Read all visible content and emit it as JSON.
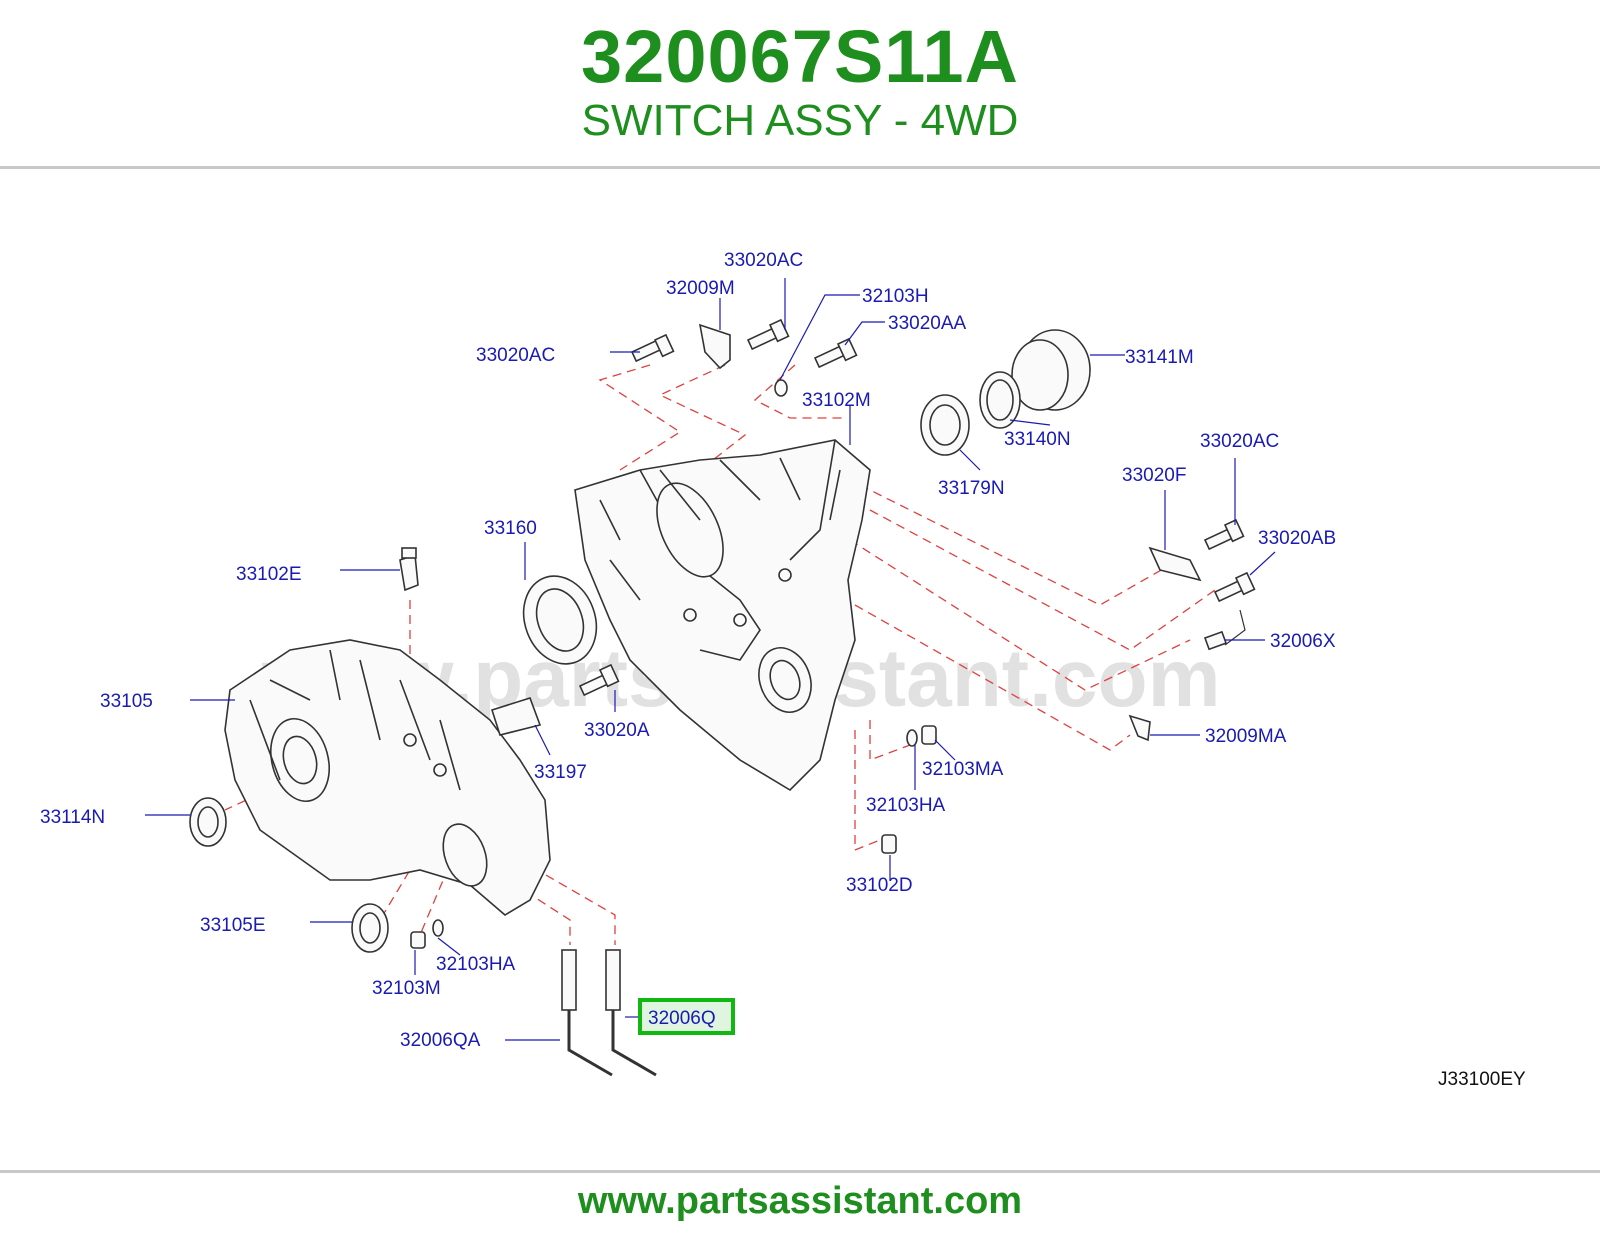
{
  "header": {
    "part_number": "320067S11A",
    "part_name": "SWITCH ASSY - 4WD"
  },
  "diagram": {
    "watermark": "www.partsassistant.com",
    "reference_code": "J33100EY",
    "highlighted_label": "32006Q",
    "highlight_color": "#11b811",
    "labels": {
      "l33020ac_top": "33020AC",
      "l32009m": "32009M",
      "l32103h": "32103H",
      "l33020aa": "33020AA",
      "l33020ac_left": "33020AC",
      "l33141m": "33141M",
      "l33102m": "33102M",
      "l33140n": "33140N",
      "l33179n": "33179N",
      "l33020ac_right": "33020AC",
      "l33020f": "33020F",
      "l33020ab": "33020AB",
      "l33160": "33160",
      "l33102e": "33102E",
      "l32006x": "32006X",
      "l33105": "33105",
      "l33020a": "33020A",
      "l32009ma": "32009MA",
      "l33197": "33197",
      "l32103ma": "32103MA",
      "l33114n": "33114N",
      "l32103ha_right": "32103HA",
      "l33102d": "33102D",
      "l33105e": "33105E",
      "l32103ha_left": "32103HA",
      "l32103m": "32103M",
      "l32006q": "32006Q",
      "l32006qa": "32006QA"
    }
  },
  "footer": {
    "url": "www.partsassistant.com"
  }
}
